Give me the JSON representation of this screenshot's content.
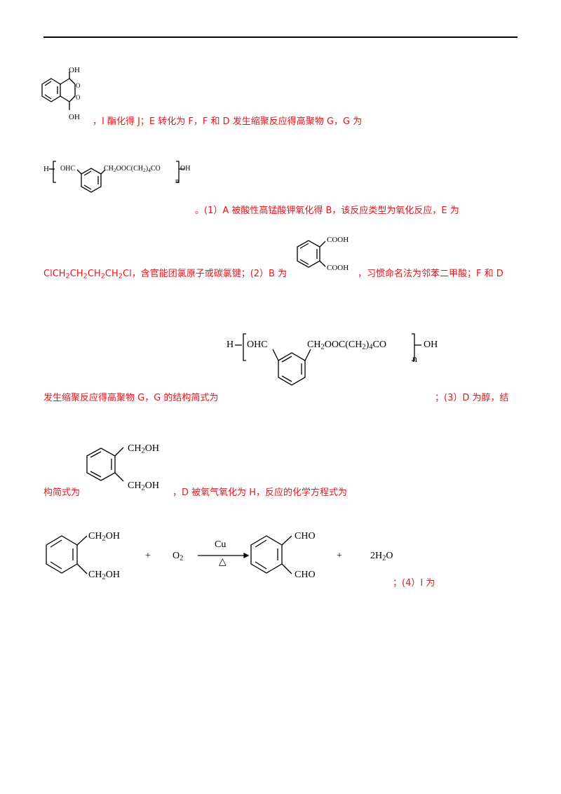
{
  "structures": {
    "i_diol": {
      "oh_top": "OH",
      "oh_bottom": "OH"
    },
    "polymer_small": {
      "h": "H",
      "ohc": "OHC",
      "chain": "CH",
      "chain_sub": "2",
      "chain2": "OOC(CH",
      "chain_sub2": "2",
      "chain3": ")",
      "chain_sub3": "4",
      "chain4": "CO",
      "oh_end": "OH",
      "n": "n"
    },
    "phthalic_acid": {
      "top": "COOH",
      "bottom": "COOH"
    },
    "polymer_large": {
      "h": "H",
      "ohc": "OHC",
      "chain": "CH",
      "chain_sub": "2",
      "chain2": "OOC(CH",
      "chain_sub2": "2",
      "chain3": ")",
      "chain_sub3": "4",
      "chain4": "CO",
      "oh_end": "OH",
      "n": "n"
    },
    "diol_d": {
      "top_a": "CH",
      "top_sub": "2",
      "top_b": "OH",
      "bot_a": "CH",
      "bot_sub": "2",
      "bot_b": "OH"
    },
    "equation": {
      "reactant_top_a": "CH",
      "reactant_top_sub": "2",
      "reactant_top_b": "OH",
      "reactant_bot_a": "CH",
      "reactant_bot_sub": "2",
      "reactant_bot_b": "OH",
      "plus1": "+",
      "o2": "O",
      "o2_sub": "2",
      "catalyst": "Cu",
      "condition": "△",
      "product_top": "CHO",
      "product_bottom": "CHO",
      "plus2": "+",
      "water_coeff": "2H",
      "water_sub": "2",
      "water_o": "O"
    }
  },
  "text": {
    "line1": "，I 酯化得 J；E 转化为 F，F 和 D 发生缩聚反应得高聚物 G，G 为",
    "line2": "。(1）A 被酸性高锰酸钾氧化得 B，该反应类型为氧化反应，E 为",
    "line3a": "ClCH",
    "line3_sub1": "2",
    "line3b": "CH",
    "line3_sub2": "2",
    "line3c": "CH",
    "line3_sub3": "2",
    "line3d": "CH",
    "line3_sub4": "2",
    "line3e": "Cl，含官能团氯原子或碳氯键；(2）B 为",
    "line3_after": "，习惯命名法为邻苯二甲酸；F 和 D",
    "line4": "发生缩聚反应得高聚物 G，G 的结构简式为",
    "line4_after": "；(3）D 为醇，结",
    "line5": "构简式为",
    "line5_after": "，D 被氧气氧化为 H，反应的化学方程式为",
    "line6": "；(4）I 为"
  },
  "colors": {
    "answer_text": "#e8141b",
    "structure": "#000000"
  }
}
